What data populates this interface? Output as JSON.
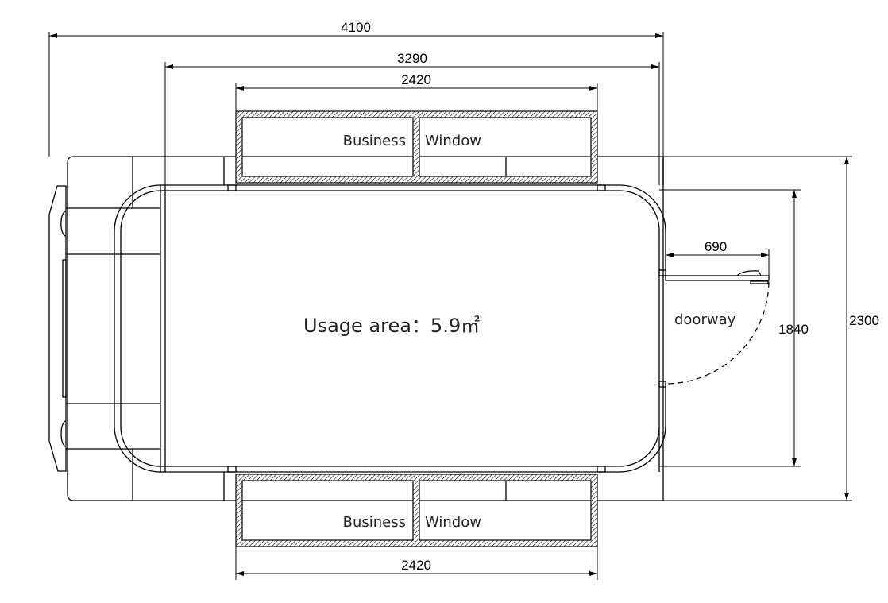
{
  "dimensions": {
    "overall_length": "4100",
    "body_length": "3290",
    "counter_top_length": "2420",
    "counter_bottom_length": "2420",
    "overall_width": "2300",
    "inner_width": "1840",
    "door_width": "690"
  },
  "labels": {
    "top_business": "Business",
    "top_window": "Window",
    "bottom_business": "Business",
    "bottom_window": "Window",
    "usage_area": "Usage area：5.9㎡",
    "doorway": "doorway"
  },
  "colors": {
    "line": "#000000",
    "background": "#ffffff"
  }
}
